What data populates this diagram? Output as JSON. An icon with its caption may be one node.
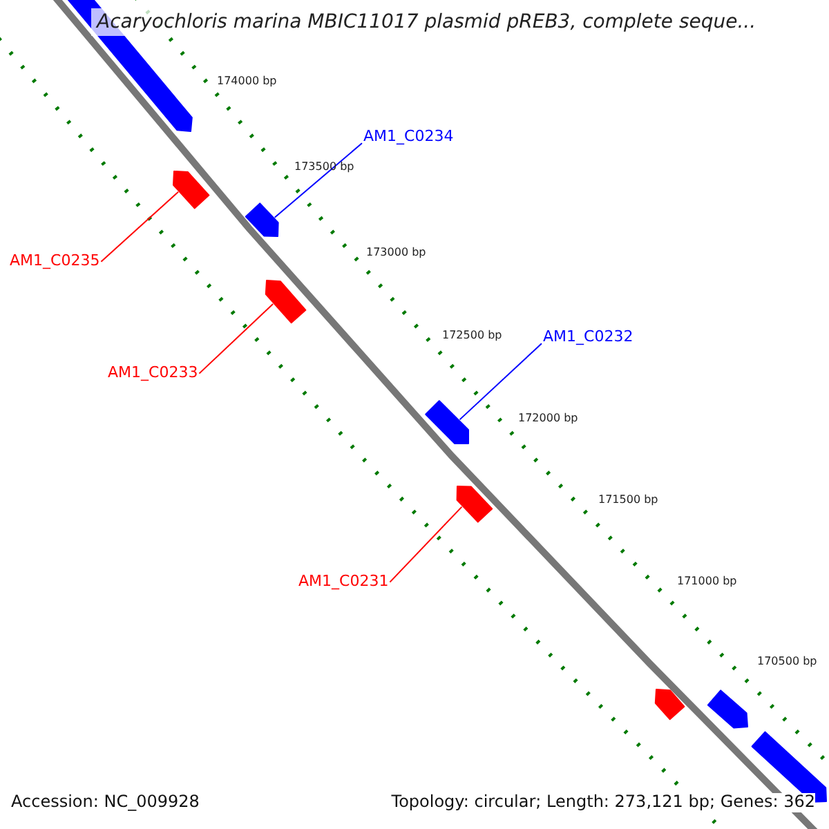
{
  "diagram": {
    "title": "Acaryochloris marina MBIC11017 plasmid pREB3, complete seque...",
    "nodes": [
      {
        "text": [],
        "shape": "bar"
      },
      {
        "text": [
          "AM1_C0234"
        ]
      },
      {
        "text": [],
        "shape": "bar"
      },
      {
        "text": [],
        "shape": "bar"
      },
      {
        "text": [
          "AM1_C0235"
        ]
      },
      {
        "text": [],
        "shape": "bar"
      },
      {
        "text": [
          "AM1_C0233"
        ]
      },
      {
        "text": [
          "AM1_C0232"
        ]
      },
      {
        "text": [],
        "shape": "bar"
      },
      {
        "text": [],
        "shape": "bar"
      },
      {
        "text": [
          "AM1_C0231"
        ]
      },
      {
        "text": [],
        "shape": "bar"
      },
      {
        "text": [],
        "shape": "bar"
      },
      {
        "text": [],
        "shape": "bar"
      }
    ],
    "edges": [
      {
        "from": 1,
        "to": 2,
        "arrow": "none",
        "color": "#0000ff"
      },
      {
        "from": 4,
        "to": 3,
        "arrow": "none",
        "color": "#ff0000"
      },
      {
        "from": 6,
        "to": 5,
        "arrow": "none",
        "color": "#ff0000"
      },
      {
        "from": 7,
        "to": 8,
        "arrow": "none",
        "color": "#0000ff"
      },
      {
        "from": 10,
        "to": 9,
        "arrow": "none",
        "color": "#ff0000"
      }
    ],
    "labels": [
      "174000 bp",
      "173500 bp",
      "173000 bp",
      "172500 bp",
      "172000 bp",
      "171500 bp",
      "171000 bp",
      "170500 bp",
      "Accession: NC_009928",
      "Topology: circular; Length: 273,121 bp; Genes: 362"
    ]
  }
}
